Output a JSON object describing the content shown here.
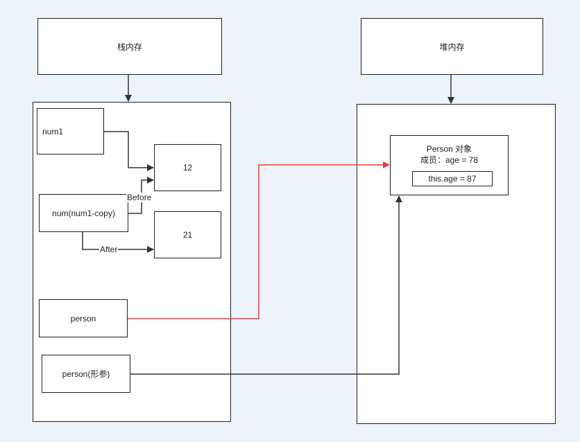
{
  "stack": {
    "title": "栈内存",
    "num1": "num1",
    "num_copy": "num(num1-copy)",
    "val_12": "12",
    "val_21": "21",
    "person": "person",
    "person_param": "person(形参)"
  },
  "heap": {
    "title": "堆内存",
    "object_line1": "Person 对象",
    "object_line2": "成员：age = 78",
    "this_age": "this.age = 87"
  },
  "edges": {
    "before": "Before",
    "after": "After"
  },
  "colors": {
    "background": "#eef3fa",
    "box_border": "#1f1f1f",
    "arrow": "#333333",
    "reference_arrow": "#f03a3a"
  }
}
